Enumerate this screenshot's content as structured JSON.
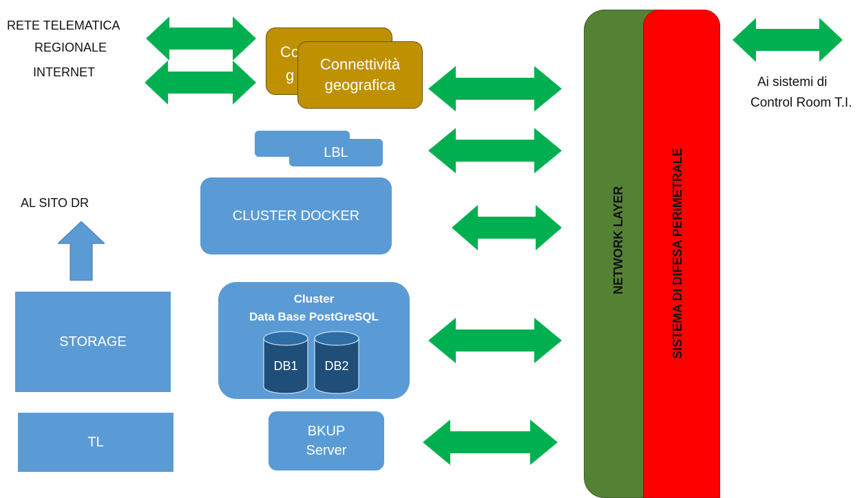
{
  "left": {
    "rete_line1": "RETE TELEMATICA",
    "rete_line2": "REGIONALE",
    "internet": "INTERNET",
    "al_sito": "AL SITO  DR",
    "storage": "STORAGE",
    "tl": "TL"
  },
  "connectivity": {
    "back_partial_1": "Co",
    "back_partial_2": "g",
    "front_line1": "Connettività",
    "front_line2": "geografica"
  },
  "lbl": {
    "label": "LBL"
  },
  "cluster_docker": {
    "label": "CLUSTER DOCKER"
  },
  "db_cluster": {
    "title_line1": "Cluster",
    "title_line2": "Data Base PostGreSQL",
    "db1": "DB1",
    "db2": "DB2"
  },
  "backup": {
    "line1": "BKUP",
    "line2": "Server"
  },
  "layers": {
    "network": "NETWORK LAYER",
    "perimeter": "SISTEMA DI DIFESA PERIMETRALE"
  },
  "right": {
    "line1": "Ai sistemi di",
    "line2": "Control Room T.I."
  },
  "colors": {
    "arrow": "#00b050",
    "box_blue": "#5b9bd5",
    "connectivity": "#bf9000",
    "network_layer": "#548235",
    "perimeter": "#ff0000",
    "db_cylinder": "#1f4e79"
  }
}
